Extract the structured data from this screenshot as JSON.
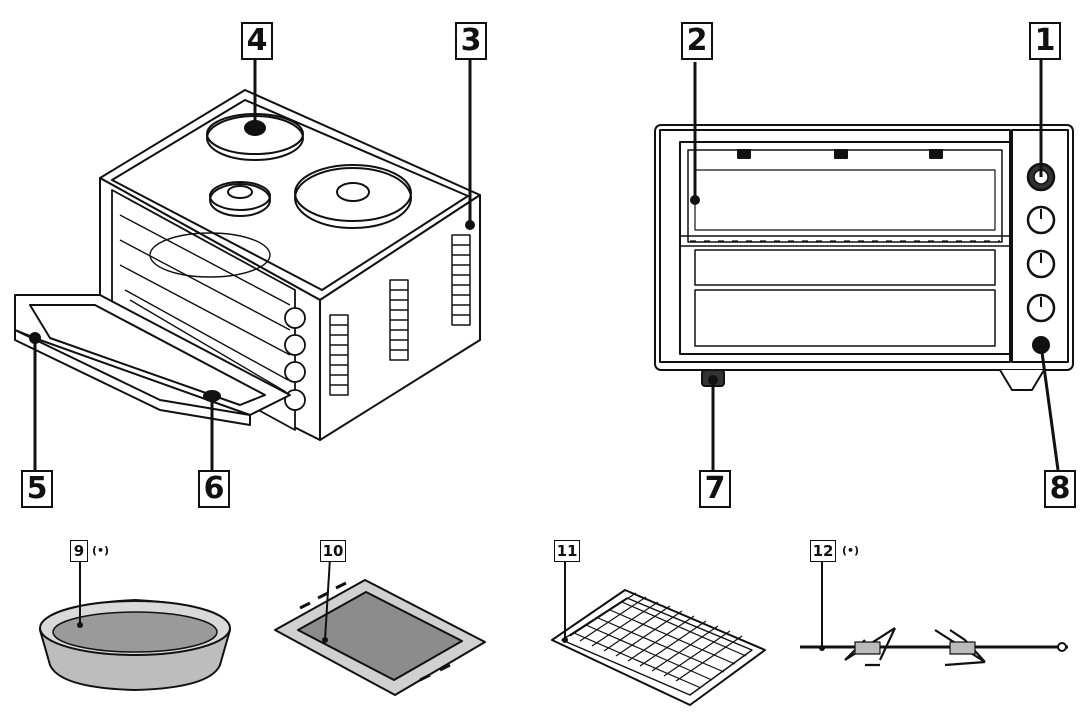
{
  "callouts": {
    "c1": "1",
    "c2": "2",
    "c3": "3",
    "c4": "4",
    "c5": "5",
    "c6": "6",
    "c7": "7",
    "c8": "8",
    "c9": "9",
    "c10": "10",
    "c11": "11",
    "c12": "12"
  },
  "optional_marker": "(•)",
  "colors": {
    "line": "#111111",
    "fill": "#ffffff",
    "shade": "#9a9a9a"
  }
}
